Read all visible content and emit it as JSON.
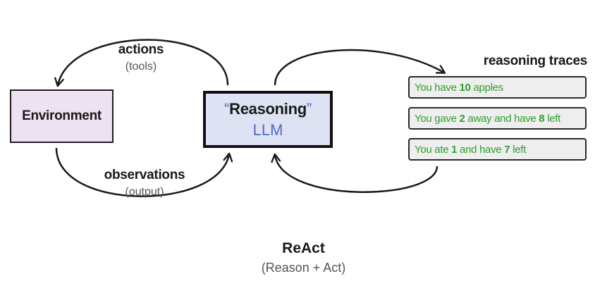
{
  "diagram": {
    "environment": {
      "label": "Environment"
    },
    "llm": {
      "open_quote": "“",
      "reasoning": "Reasoning",
      "close_quote": "”",
      "model": "LLM"
    },
    "actions": {
      "label": "actions",
      "sub": "(tools)"
    },
    "observations": {
      "label": "observations",
      "sub": "(output)"
    },
    "traces": {
      "title": "reasoning traces",
      "items": [
        {
          "pre": "You have ",
          "num": "10",
          "post": " apples"
        },
        {
          "pre": "You gave ",
          "num": "2",
          "mid": " away and have ",
          "num2": "8",
          "post": " left"
        },
        {
          "pre": "You ate ",
          "num": "1",
          "mid": " and have ",
          "num2": "7",
          "post": " left"
        }
      ]
    },
    "footer": {
      "title": "ReAct",
      "subtitle": "(Reason + Act)"
    },
    "colors": {
      "environment_fill": "#ece2f1",
      "llm_fill": "#dde3f2",
      "llm_accent": "#5468c4",
      "trace_text": "#2ea02e",
      "trace_fill": "#eeeeee"
    }
  }
}
